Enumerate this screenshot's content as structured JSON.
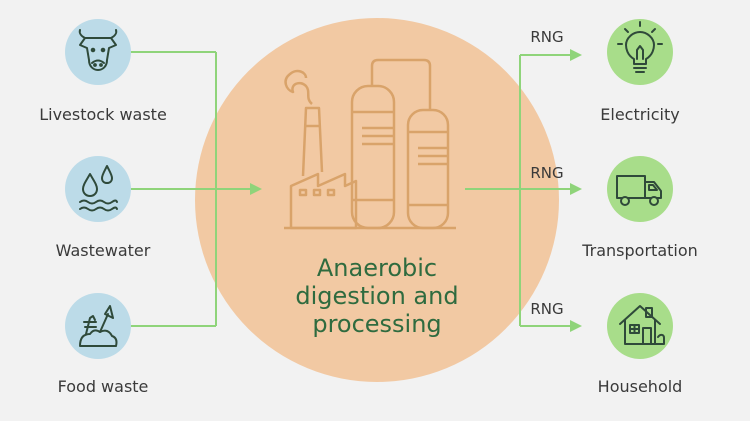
{
  "colors": {
    "background": "#f2f2f2",
    "center_circle": "#f2c9a3",
    "factory_stroke": "#d9a36a",
    "input_circle": "#bcdbe8",
    "output_circle": "#a8dd8a",
    "flow_line": "#8fd47a",
    "icon_stroke": "#2f4a3a",
    "title_text": "#2f6b3f"
  },
  "center": {
    "title_lines": [
      "Anaerobic",
      "digestion and",
      "processing"
    ],
    "icon": "factory-icon"
  },
  "inputs": [
    {
      "label": "Livestock waste",
      "icon": "cow-icon"
    },
    {
      "label": "Wastewater",
      "icon": "water-drops-icon"
    },
    {
      "label": "Food waste",
      "icon": "food-waste-icon"
    }
  ],
  "outputs": [
    {
      "label": "Electricity",
      "icon": "light-bulb-icon",
      "flow_label": "RNG"
    },
    {
      "label": "Transportation",
      "icon": "truck-icon",
      "flow_label": "RNG"
    },
    {
      "label": "Household",
      "icon": "house-icon",
      "flow_label": "RNG"
    }
  ]
}
